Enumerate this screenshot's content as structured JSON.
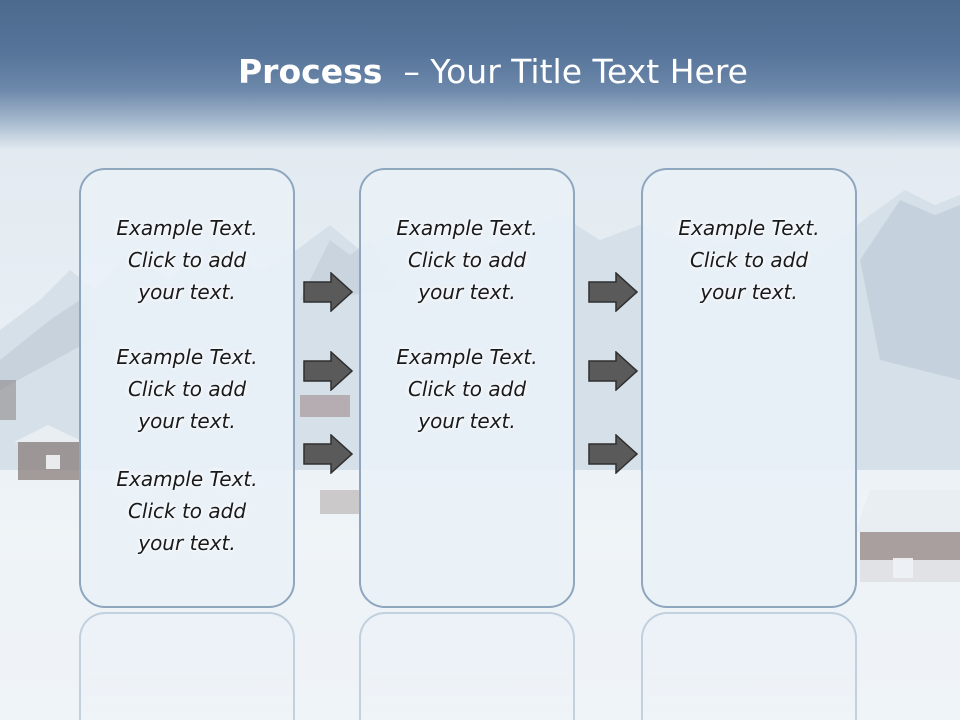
{
  "title": {
    "bold": "Process",
    "rest": "– Your Title Text Here"
  },
  "columns": [
    {
      "items": [
        {
          "line1": "Example Text.",
          "line2": "Click  to add",
          "line3": "your text."
        },
        {
          "line1": "Example Text.",
          "line2": "Click  to add",
          "line3": "your text."
        },
        {
          "line1": "Example Text.",
          "line2": "Click  to add",
          "line3": "your text."
        }
      ]
    },
    {
      "items": [
        {
          "line1": "Example Text.",
          "line2": "Click  to add",
          "line3": "your text."
        },
        {
          "line1": "Example Text.",
          "line2": "Click  to add",
          "line3": "your text."
        }
      ]
    },
    {
      "items": [
        {
          "line1": "Example Text.",
          "line2": "Click  to add",
          "line3": "your text."
        }
      ]
    }
  ],
  "colors": {
    "header": "#56749a",
    "box_border": "#8ea6be",
    "box_fill": "#eaf1f7",
    "arrow_fill": "#5a5a5a",
    "arrow_stroke": "#2f2f2f"
  }
}
